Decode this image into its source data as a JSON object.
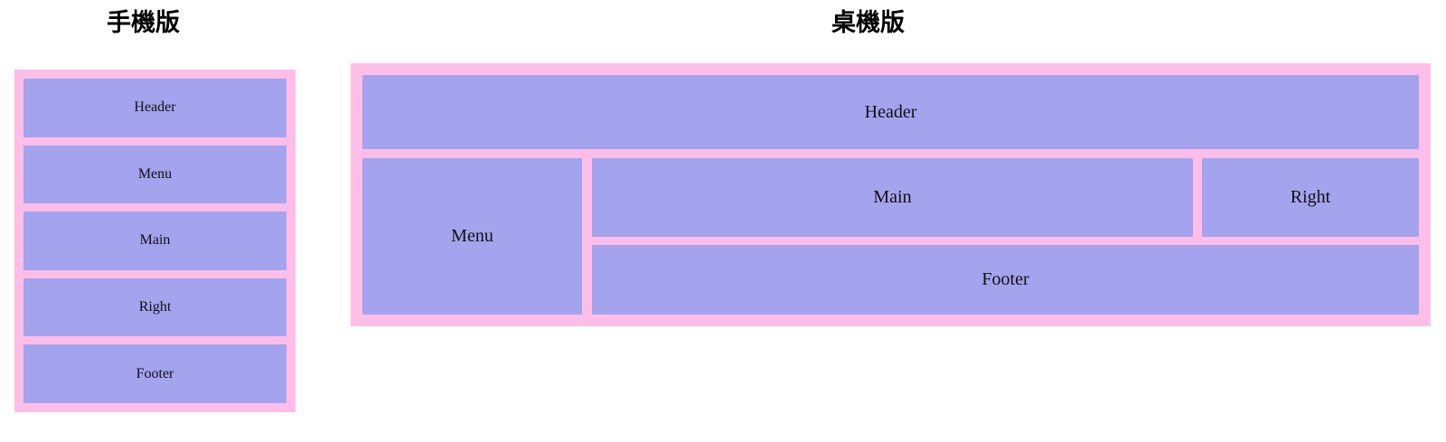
{
  "colors": {
    "frame": "#ffbee8",
    "block": "#a3a3ee",
    "text": "#111111",
    "title": "#000000",
    "background": "#ffffff"
  },
  "mobile": {
    "title": "手機版",
    "blocks": [
      {
        "label": "Header"
      },
      {
        "label": "Menu"
      },
      {
        "label": "Main"
      },
      {
        "label": "Right"
      },
      {
        "label": "Footer"
      }
    ]
  },
  "desktop": {
    "title": "桌機版",
    "blocks": {
      "header": "Header",
      "menu": "Menu",
      "main": "Main",
      "right": "Right",
      "footer": "Footer"
    }
  }
}
